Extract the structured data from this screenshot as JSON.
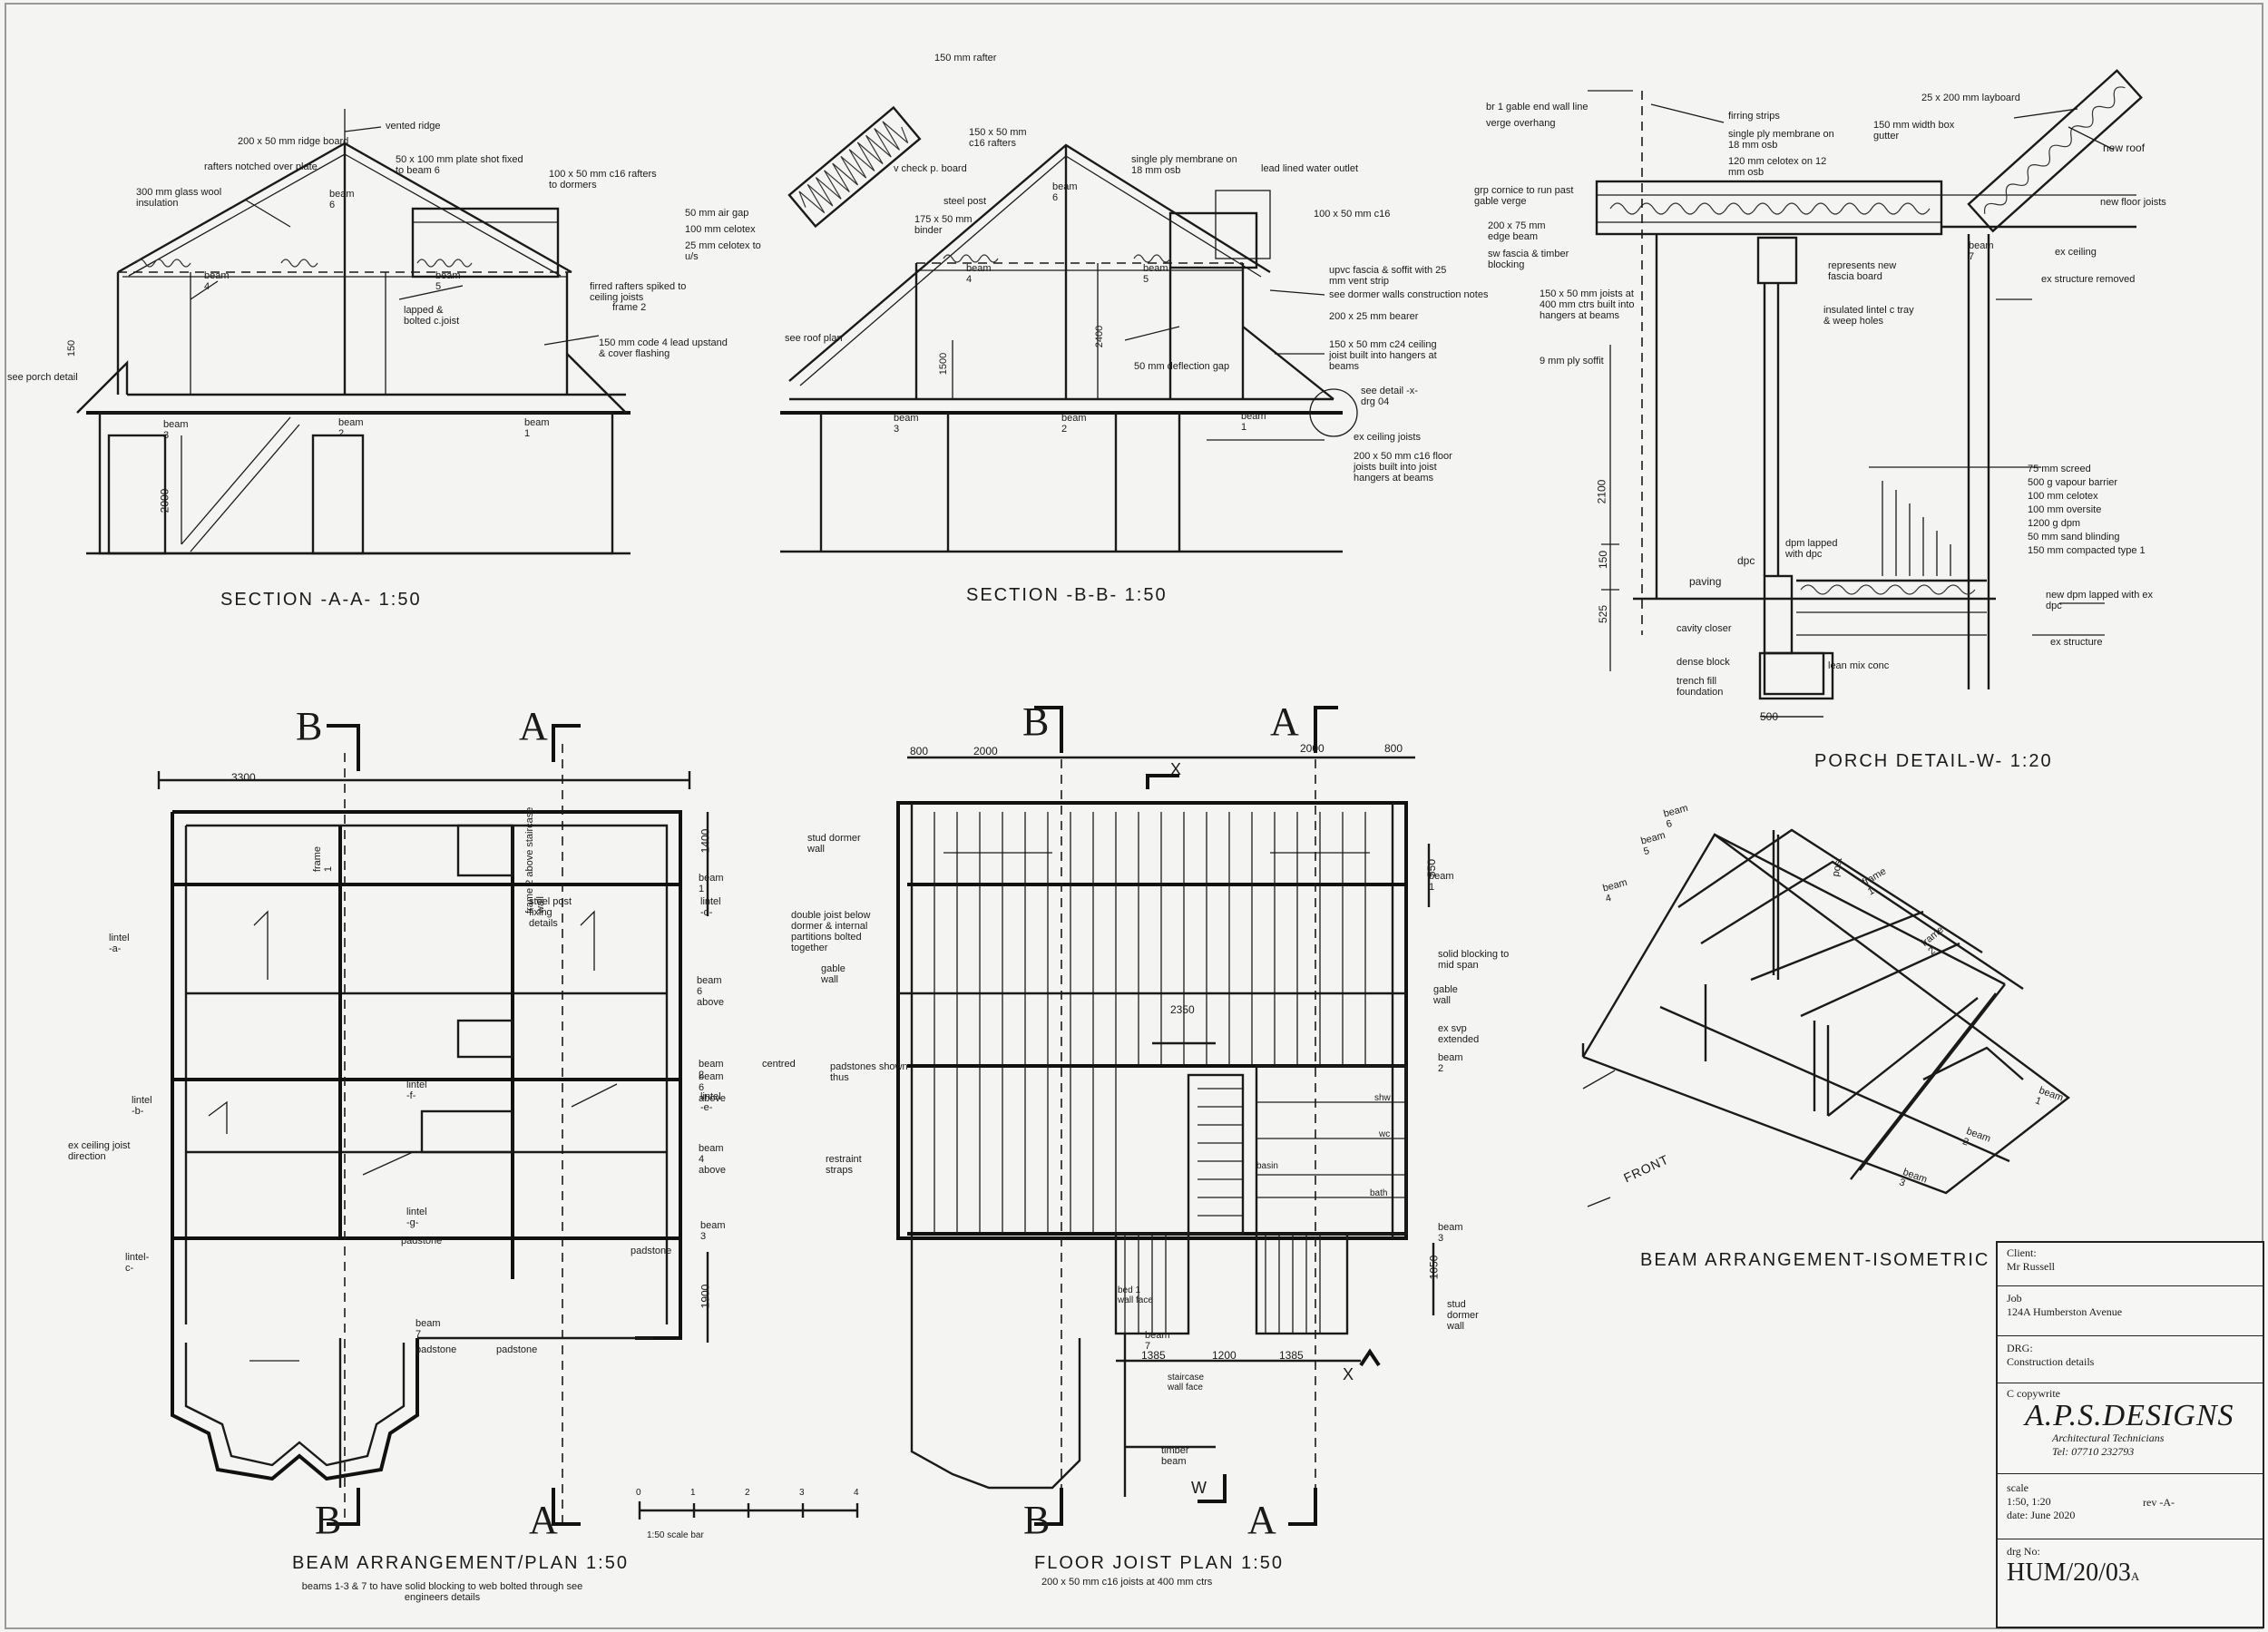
{
  "section_aa": {
    "title": "SECTION -A-A- 1:50",
    "notes": [
      "vented ridge",
      "200 x 50 mm ridge board",
      "rafters notched over plate",
      "50 x 100 mm plate shot fixed to beam 6",
      "100 x 50 mm c16 rafters to dormers",
      "300 mm glass wool insulation",
      "firred rafters spiked to ceiling joists",
      "frame 2",
      "lapped & bolted c.joist",
      "150 mm code 4 lead upstand & cover flashing",
      "see porch detail",
      "150",
      "2000"
    ],
    "beams": [
      "beam 6",
      "beam 4",
      "beam 5",
      "beam 3",
      "beam 2",
      "beam 1"
    ]
  },
  "section_bb": {
    "title": "SECTION -B-B- 1:50",
    "notes": [
      "150 mm rafter",
      "150 x 50 mm c16 rafters",
      "v check p. board",
      "single ply membrane on 18 mm osb",
      "lead lined water outlet",
      "50 mm air gap",
      "100 mm celotex",
      "25 mm celotex to u/s",
      "steel post",
      "175 x 50 mm binder",
      "100 x 50 mm c16",
      "upvc fascia & soffit with 25 mm vent strip",
      "see dormer walls construction notes",
      "200 x 25 mm bearer",
      "150 x 50 mm c24 ceiling joist built into hangers at beams",
      "see roof plan",
      "50 mm deflection gap",
      "see detail -x- drg 04",
      "ex ceiling joists",
      "200 x 50 mm c16 floor joists built into joist hangers at beams",
      "1500",
      "2400"
    ],
    "beams": [
      "beam 6",
      "beam 4",
      "beam 5",
      "beam 3",
      "beam 2",
      "beam 1"
    ]
  },
  "porch": {
    "title": "PORCH DETAIL-W- 1:20",
    "notes_left": [
      "br 1 gable end wall line",
      "verge overhang",
      "grp cornice to run past gable verge",
      "200 x 75 mm edge beam",
      "sw fascia & timber blocking",
      "150 x 50 mm joists at 400 mm ctrs built into hangers at beams",
      "9 mm ply soffit",
      "cavity closer",
      "dense block",
      "trench fill foundation"
    ],
    "notes_mid": [
      "firring strips",
      "single ply membrane on 18 mm osb",
      "120 mm celotex on 12 mm osb",
      "represents new fascia board",
      "insulated lintel c tray & weep holes",
      "dpm lapped with dpc",
      "dpc",
      "paving",
      "lean mix conc",
      "beam 7"
    ],
    "notes_right": [
      "25 x 200 mm layboard",
      "150 mm width box gutter",
      "new roof",
      "new floor joists",
      "ex ceiling",
      "ex structure removed",
      "new dpm lapped with ex dpc",
      "ex structure"
    ],
    "floor_buildup": [
      "75 mm screed",
      "500 g vapour barrier",
      "100 mm celotex",
      "100 mm oversite",
      "1200 g dpm",
      "50 mm sand blinding",
      "150 mm compacted type 1"
    ],
    "dims": [
      "2100",
      "150",
      "525",
      "500"
    ]
  },
  "isometric": {
    "title": "BEAM ARRANGEMENT-ISOMETRIC",
    "labels": [
      "beam 6",
      "beam 5",
      "beam 4",
      "post",
      "frame 1",
      "frame 2",
      "beam 1",
      "beam 2",
      "beam 3",
      "FRONT"
    ]
  },
  "plan_beam": {
    "title": "BEAM ARRANGEMENT/PLAN 1:50",
    "subtitle": "beams 1-3 & 7 to have solid blocking to web bolted through see engineers details",
    "section_marks": [
      "B",
      "A"
    ],
    "labels": [
      "3300",
      "1400",
      "1900",
      "frame 1",
      "frame 2 above staircase wall",
      "beam 1",
      "lintel -d-",
      "lintel -a-",
      "steel post fixing details",
      "beam 6 above",
      "beam 2",
      "centred",
      "beam 6 above",
      "lintel -f-",
      "lintel -e-",
      "lintel -b-",
      "ex ceiling joist direction",
      "beam 4 above",
      "lintel -g-",
      "padstone",
      "padstone",
      "beam 3",
      "lintel-c-",
      "beam 7",
      "padstone",
      "padstone"
    ],
    "scale_bar_label": "1:50 scale bar",
    "scale_ticks": [
      "0",
      "1",
      "2",
      "3",
      "4"
    ]
  },
  "plan_floor": {
    "title": "FLOOR JOIST PLAN 1:50",
    "subtitle": "200 x 50 mm c16 joists at 400 mm ctrs",
    "section_marks": [
      "B",
      "A",
      "X",
      "X",
      "W"
    ],
    "labels": [
      "800",
      "2000",
      "2000",
      "800",
      "stud dormer wall",
      "double joist below dormer & internal partitions bolted together",
      "gable wall",
      "550",
      "beam 1",
      "solid blocking to mid span",
      "gable wall",
      "2350",
      "padstones shown thus",
      "ex svp extended",
      "beam 2",
      "shw",
      "wc",
      "restraint straps",
      "basin",
      "bath",
      "beam 3",
      "1050",
      "stud dormer wall",
      "bed 1 wall face",
      "beam 7",
      "1385",
      "1200",
      "1385",
      "staircase wall face",
      "timber beam"
    ]
  },
  "title_block": {
    "client_label": "Client:",
    "client": "Mr Russell",
    "job_label": "Job",
    "job": "124A Humberston Avenue",
    "drg_label": "DRG:",
    "drg": "Construction details",
    "copyright": "C copywrite",
    "firm": "A.P.S.DESIGNS",
    "firm_sub1": "Architectural Technicians",
    "firm_sub2": "Tel: 07710 232793",
    "scale_label": "scale",
    "scale": "1:50, 1:20",
    "rev": "rev -A-",
    "date": "date: June 2020",
    "drg_no_label": "drg No:",
    "drg_no": "HUM/20/03",
    "drg_no_rev": "A"
  }
}
